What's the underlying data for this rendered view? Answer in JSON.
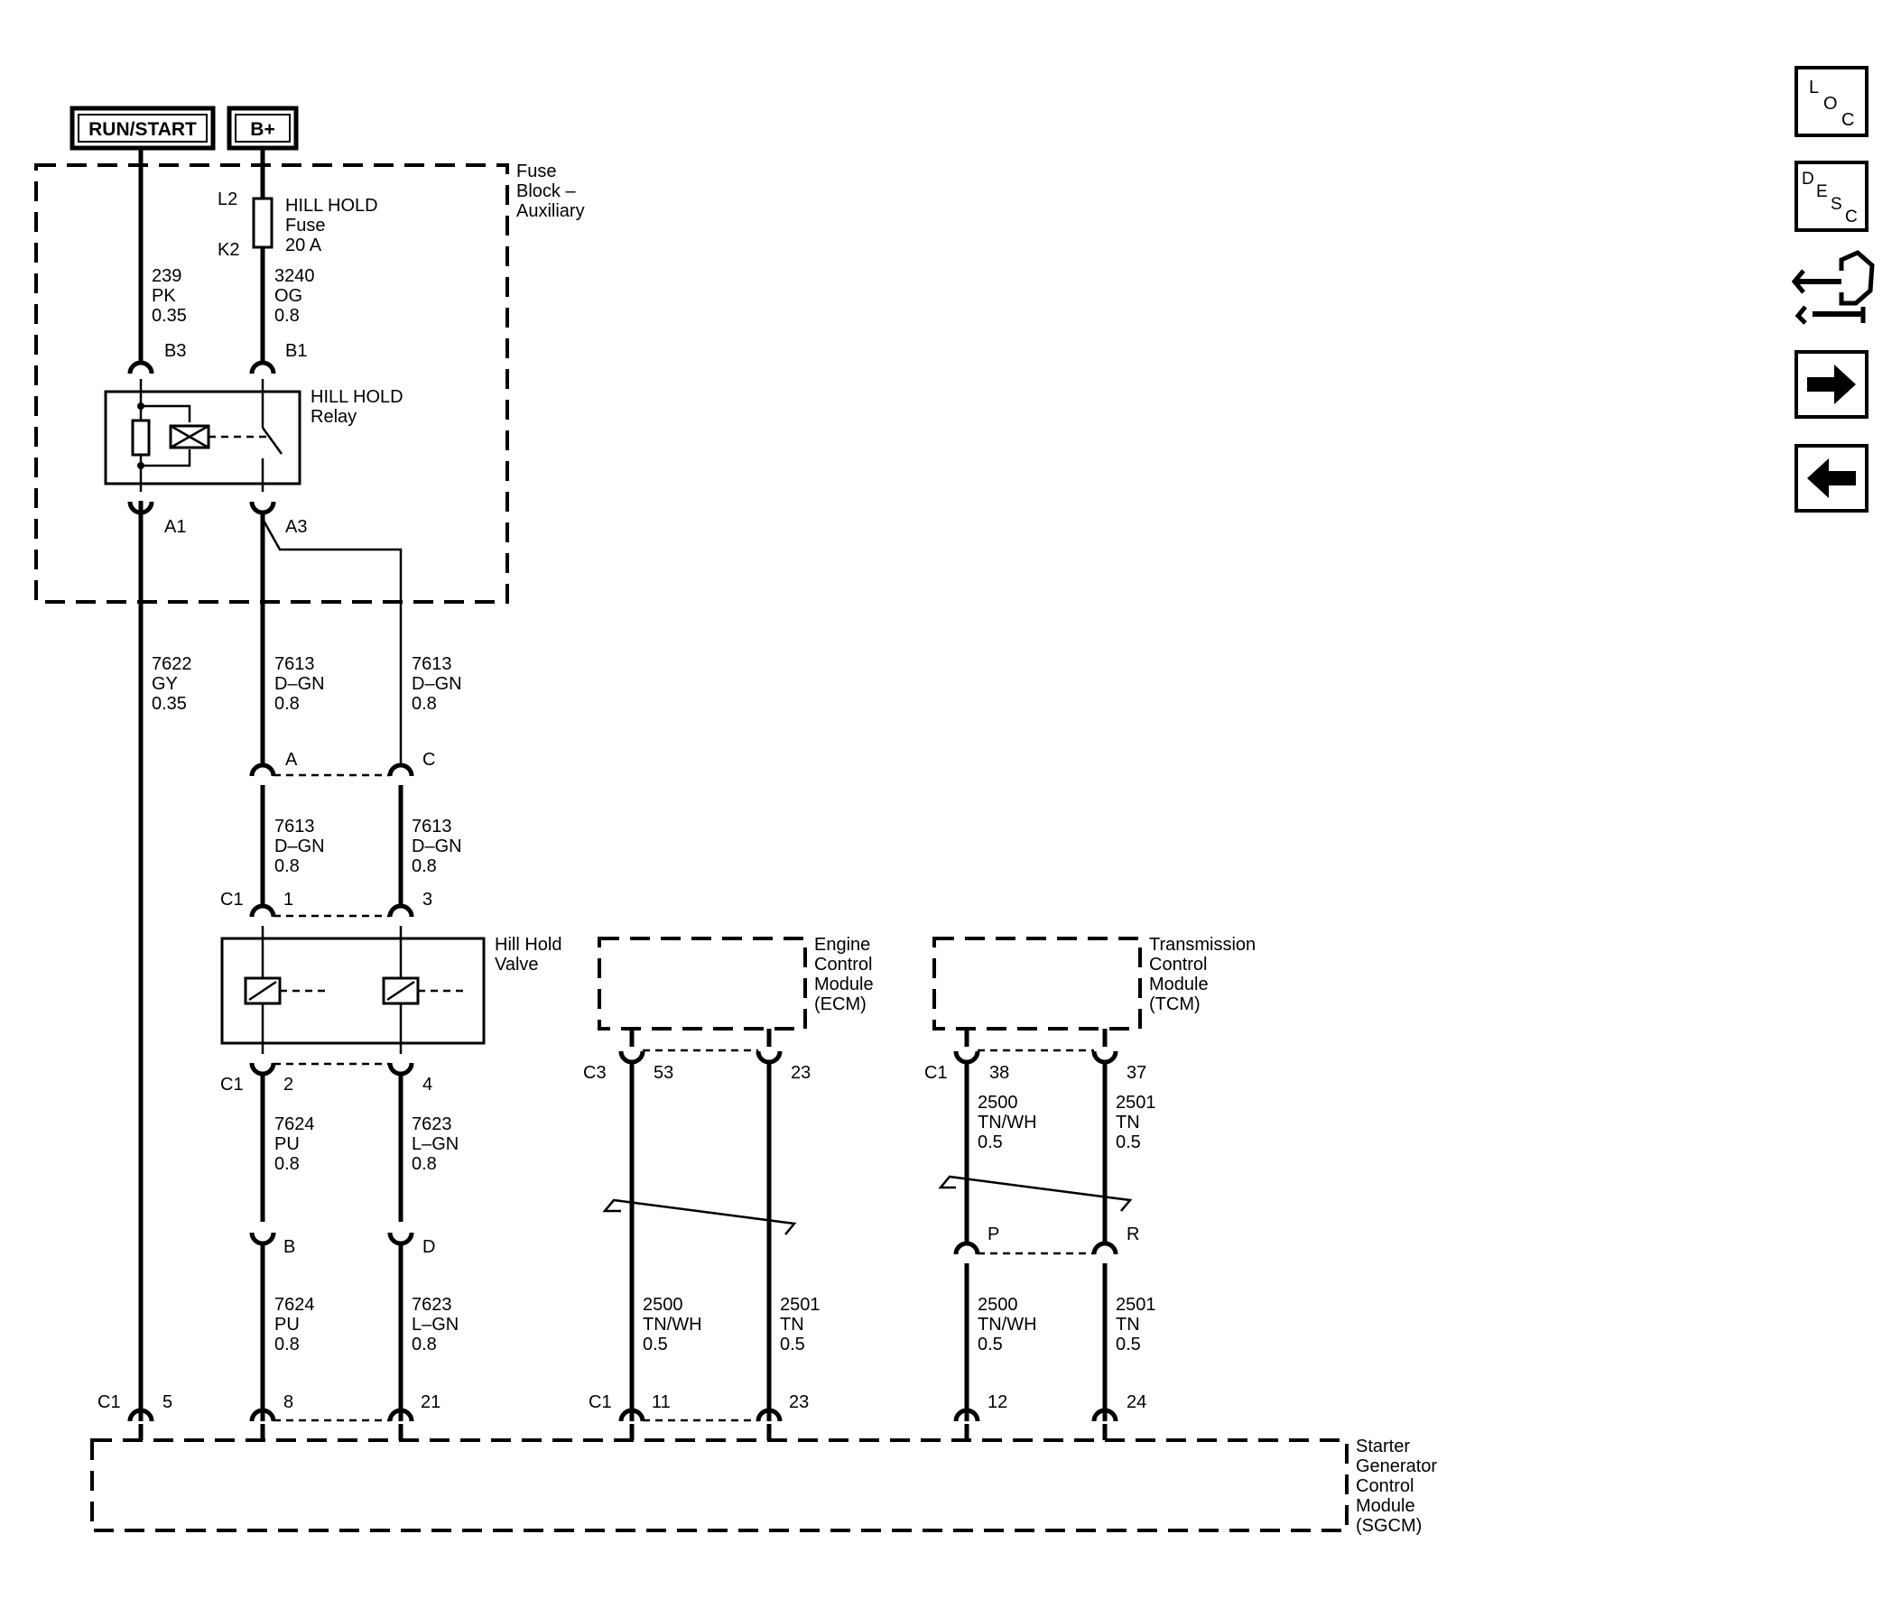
{
  "power": {
    "run_start": "RUN/START",
    "b_plus": "B+"
  },
  "fuse_block": {
    "title": [
      "Fuse",
      "Block –",
      "Auxiliary"
    ]
  },
  "fuse": {
    "name": [
      "HILL HOLD",
      "Fuse",
      "20 A"
    ],
    "pin_top": "L2",
    "pin_bottom": "K2"
  },
  "relay": {
    "name": [
      "HILL HOLD",
      "Relay"
    ],
    "pins": {
      "b3": "B3",
      "b1": "B1",
      "a1": "A1",
      "a3": "A3"
    }
  },
  "wires": {
    "w239": [
      "239",
      "PK",
      "0.35"
    ],
    "w3240": [
      "3240",
      "OG",
      "0.8"
    ],
    "w7622": [
      "7622",
      "GY",
      "0.35"
    ],
    "w7613a": [
      "7613",
      "D–GN",
      "0.8"
    ],
    "w7613b": [
      "7613",
      "D–GN",
      "0.8"
    ],
    "w7613c": [
      "7613",
      "D–GN",
      "0.8"
    ],
    "w7613d": [
      "7613",
      "D–GN",
      "0.8"
    ],
    "w7624a": [
      "7624",
      "PU",
      "0.8"
    ],
    "w7623a": [
      "7623",
      "L–GN",
      "0.8"
    ],
    "w7624b": [
      "7624",
      "PU",
      "0.8"
    ],
    "w7623b": [
      "7623",
      "L–GN",
      "0.8"
    ],
    "w2500a": [
      "2500",
      "TN/WH",
      "0.5"
    ],
    "w2501a": [
      "2501",
      "TN",
      "0.5"
    ],
    "w2500b": [
      "2500",
      "TN/WH",
      "0.5"
    ],
    "w2501b": [
      "2501",
      "TN",
      "0.5"
    ],
    "w2500c": [
      "2500",
      "TN/WH",
      "0.5"
    ],
    "w2501c": [
      "2501",
      "TN",
      "0.5"
    ]
  },
  "inline1": {
    "left": "A",
    "right": "C"
  },
  "inline2": {
    "left": "B",
    "right": "D"
  },
  "inline3": {
    "left": "P",
    "right": "R"
  },
  "valve": {
    "name": [
      "Hill Hold",
      "Valve"
    ],
    "top_conn": "C1",
    "top_left": "1",
    "top_right": "3",
    "bottom_conn": "C1",
    "bottom_left": "2",
    "bottom_right": "4"
  },
  "ecm": {
    "name": [
      "Engine",
      "Control",
      "Module",
      "(ECM)"
    ],
    "conn": "C3",
    "pin_left": "53",
    "pin_right": "23"
  },
  "tcm": {
    "name": [
      "Transmission",
      "Control",
      "Module",
      "(TCM)"
    ],
    "conn": "C1",
    "pin_left": "38",
    "pin_right": "37"
  },
  "sgcm": {
    "name": [
      "Starter",
      "Generator",
      "Control",
      "Module",
      "(SGCM)"
    ],
    "conn_left": "C1",
    "pin_5": "5",
    "pin_8": "8",
    "pin_21": "21",
    "conn_mid": "C1",
    "pin_11": "11",
    "pin_23": "23",
    "pin_12": "12",
    "pin_24": "24"
  },
  "nav": {
    "loc": [
      "L",
      "O",
      "C"
    ],
    "desc": [
      "D",
      "E",
      "S",
      "C"
    ],
    "connector_icon": "connector-icon",
    "next_icon": "arrow-right-icon",
    "prev_icon": "arrow-left-icon"
  }
}
